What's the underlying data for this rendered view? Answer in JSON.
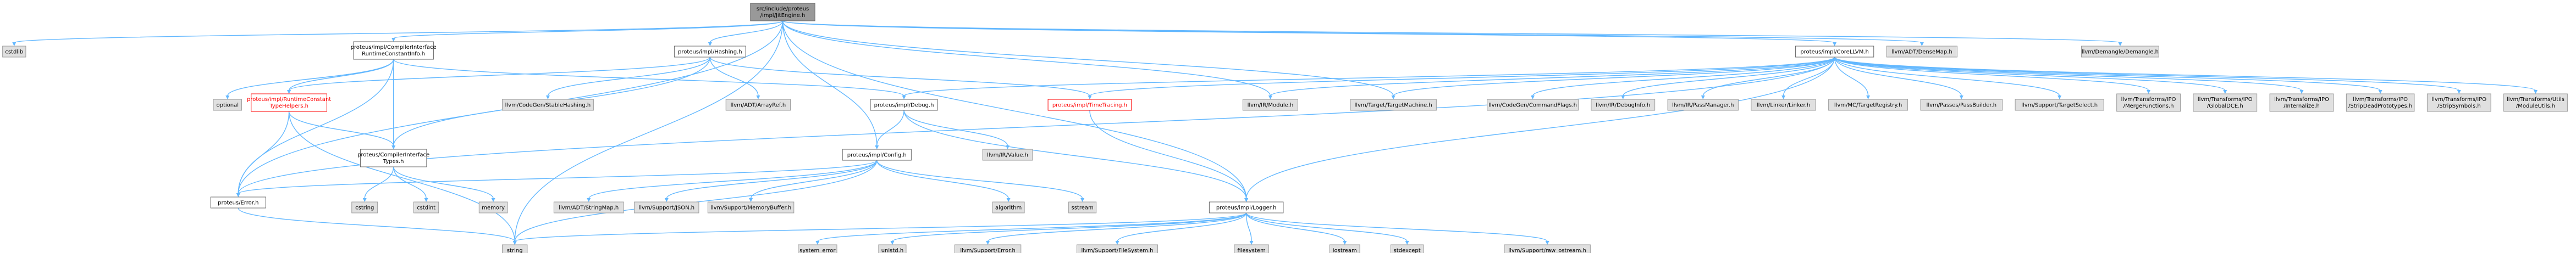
{
  "diagram": {
    "type": "include-dependency-graph",
    "colors": {
      "edge": "#63b8ff",
      "focus_fill": "#999999",
      "plain_fill": "#e0e0e0",
      "red_text": "#ff0000"
    },
    "nodes": {
      "root": {
        "label": [
          "src/include/proteus",
          "/impl/JitEngine.h"
        ]
      },
      "cstdlib": {
        "label": [
          "cstdlib"
        ]
      },
      "compilerinterface": {
        "label": [
          "proteus/impl/CompilerInterface",
          "RuntimeConstantInfo.h"
        ]
      },
      "optional": {
        "label": [
          "optional"
        ]
      },
      "runtimeconstant": {
        "label": [
          "proteus/impl/RuntimeConstant",
          "TypeHelpers.h"
        ]
      },
      "citypes": {
        "label": [
          "proteus/CompilerInterface",
          "Types.h"
        ]
      },
      "error": {
        "label": [
          "proteus/Error.h"
        ]
      },
      "string": {
        "label": [
          "string"
        ]
      },
      "cstring": {
        "label": [
          "cstring"
        ]
      },
      "cstdint": {
        "label": [
          "cstdint"
        ]
      },
      "memory": {
        "label": [
          "memory"
        ]
      },
      "hashing": {
        "label": [
          "proteus/impl/Hashing.h"
        ]
      },
      "stablehashing": {
        "label": [
          "llvm/CodeGen/StableHashing.h"
        ]
      },
      "arrayref": {
        "label": [
          "llvm/ADT/ArrayRef.h"
        ]
      },
      "debug": {
        "label": [
          "proteus/impl/Debug.h"
        ]
      },
      "config": {
        "label": [
          "proteus/impl/Config.h"
        ]
      },
      "stringmap": {
        "label": [
          "llvm/ADT/StringMap.h"
        ]
      },
      "json": {
        "label": [
          "llvm/Support/JSON.h"
        ]
      },
      "memorybuffer": {
        "label": [
          "llvm/Support/MemoryBuffer.h"
        ]
      },
      "algorithm": {
        "label": [
          "algorithm"
        ]
      },
      "sstream": {
        "label": [
          "sstream"
        ]
      },
      "value": {
        "label": [
          "llvm/IR/Value.h"
        ]
      },
      "timetracing": {
        "label": [
          "proteus/impl/TimeTracing.h"
        ]
      },
      "logger": {
        "label": [
          "proteus/impl/Logger.h"
        ]
      },
      "system_error": {
        "label": [
          "system_error"
        ]
      },
      "unistd": {
        "label": [
          "unistd.h"
        ]
      },
      "supporterror": {
        "label": [
          "llvm/Support/Error.h"
        ]
      },
      "filesystem_h": {
        "label": [
          "llvm/Support/FileSystem.h"
        ]
      },
      "filesystem": {
        "label": [
          "filesystem"
        ]
      },
      "iostream": {
        "label": [
          "iostream"
        ]
      },
      "stdexcept": {
        "label": [
          "stdexcept"
        ]
      },
      "raw_ostream": {
        "label": [
          "llvm/Support/raw_ostream.h"
        ]
      },
      "module": {
        "label": [
          "llvm/IR/Module.h"
        ]
      },
      "targetmachine": {
        "label": [
          "llvm/Target/TargetMachine.h"
        ]
      },
      "corelvm": {
        "label": [
          "proteus/impl/CoreLLVM.h"
        ]
      },
      "densemap": {
        "label": [
          "llvm/ADT/DenseMap.h"
        ]
      },
      "demangle": {
        "label": [
          "llvm/Demangle/Demangle.h"
        ]
      },
      "commandflags": {
        "label": [
          "llvm/CodeGen/CommandFlags.h"
        ]
      },
      "debuginfo": {
        "label": [
          "llvm/IR/DebugInfo.h"
        ]
      },
      "passmanager": {
        "label": [
          "llvm/IR/PassManager.h"
        ]
      },
      "linker": {
        "label": [
          "llvm/Linker/Linker.h"
        ]
      },
      "targetregistry": {
        "label": [
          "llvm/MC/TargetRegistry.h"
        ]
      },
      "passbuilder": {
        "label": [
          "llvm/Passes/PassBuilder.h"
        ]
      },
      "targetselect": {
        "label": [
          "llvm/Support/TargetSelect.h"
        ]
      },
      "mergefunctions": {
        "label": [
          "llvm/Transforms/IPO",
          "/MergeFunctions.h"
        ]
      },
      "globaldce": {
        "label": [
          "llvm/Transforms/IPO",
          "/GlobalDCE.h"
        ]
      },
      "internalize": {
        "label": [
          "llvm/Transforms/IPO",
          "/Internalize.h"
        ]
      },
      "stripdead": {
        "label": [
          "llvm/Transforms/IPO",
          "/StripDeadPrototypes.h"
        ]
      },
      "stripsymbols": {
        "label": [
          "llvm/Transforms/IPO",
          "/StripSymbols.h"
        ]
      },
      "moduleutils": {
        "label": [
          "llvm/Transforms/Utils",
          "/ModuleUtils.h"
        ]
      }
    },
    "edges": [
      [
        "root",
        "cstdlib"
      ],
      [
        "root",
        "compilerinterface"
      ],
      [
        "root",
        "error"
      ],
      [
        "root",
        "string"
      ],
      [
        "root",
        "hashing"
      ],
      [
        "root",
        "config"
      ],
      [
        "root",
        "module"
      ],
      [
        "root",
        "targetmachine"
      ],
      [
        "root",
        "corelvm"
      ],
      [
        "root",
        "densemap"
      ],
      [
        "root",
        "demangle"
      ],
      [
        "root",
        "logger"
      ],
      [
        "compilerinterface",
        "optional"
      ],
      [
        "compilerinterface",
        "runtimeconstant"
      ],
      [
        "compilerinterface",
        "citypes"
      ],
      [
        "compilerinterface",
        "error"
      ],
      [
        "compilerinterface",
        "debug"
      ],
      [
        "runtimeconstant",
        "citypes"
      ],
      [
        "runtimeconstant",
        "error"
      ],
      [
        "runtimeconstant",
        "string"
      ],
      [
        "citypes",
        "cstring"
      ],
      [
        "citypes",
        "cstdint"
      ],
      [
        "citypes",
        "memory"
      ],
      [
        "error",
        "string"
      ],
      [
        "hashing",
        "runtimeconstant"
      ],
      [
        "hashing",
        "citypes"
      ],
      [
        "hashing",
        "stablehashing"
      ],
      [
        "hashing",
        "arrayref"
      ],
      [
        "hashing",
        "timetracing"
      ],
      [
        "debug",
        "config"
      ],
      [
        "debug",
        "value"
      ],
      [
        "debug",
        "logger"
      ],
      [
        "config",
        "error"
      ],
      [
        "config",
        "string"
      ],
      [
        "config",
        "stringmap"
      ],
      [
        "config",
        "json"
      ],
      [
        "config",
        "memorybuffer"
      ],
      [
        "config",
        "algorithm"
      ],
      [
        "config",
        "sstream"
      ],
      [
        "timetracing",
        "logger"
      ],
      [
        "logger",
        "string"
      ],
      [
        "logger",
        "system_error"
      ],
      [
        "logger",
        "unistd"
      ],
      [
        "logger",
        "supporterror"
      ],
      [
        "logger",
        "filesystem_h"
      ],
      [
        "logger",
        "filesystem"
      ],
      [
        "logger",
        "iostream"
      ],
      [
        "logger",
        "stdexcept"
      ],
      [
        "logger",
        "raw_ostream"
      ],
      [
        "corelvm",
        "error"
      ],
      [
        "corelvm",
        "debug"
      ],
      [
        "corelvm",
        "timetracing"
      ],
      [
        "corelvm",
        "module"
      ],
      [
        "corelvm",
        "targetmachine"
      ],
      [
        "corelvm",
        "commandflags"
      ],
      [
        "corelvm",
        "debuginfo"
      ],
      [
        "corelvm",
        "passmanager"
      ],
      [
        "corelvm",
        "linker"
      ],
      [
        "corelvm",
        "targetregistry"
      ],
      [
        "corelvm",
        "passbuilder"
      ],
      [
        "corelvm",
        "targetselect"
      ],
      [
        "corelvm",
        "mergefunctions"
      ],
      [
        "corelvm",
        "globaldce"
      ],
      [
        "corelvm",
        "internalize"
      ],
      [
        "corelvm",
        "stripdead"
      ],
      [
        "corelvm",
        "stripsymbols"
      ],
      [
        "corelvm",
        "moduleutils"
      ],
      [
        "corelvm",
        "logger"
      ]
    ]
  }
}
